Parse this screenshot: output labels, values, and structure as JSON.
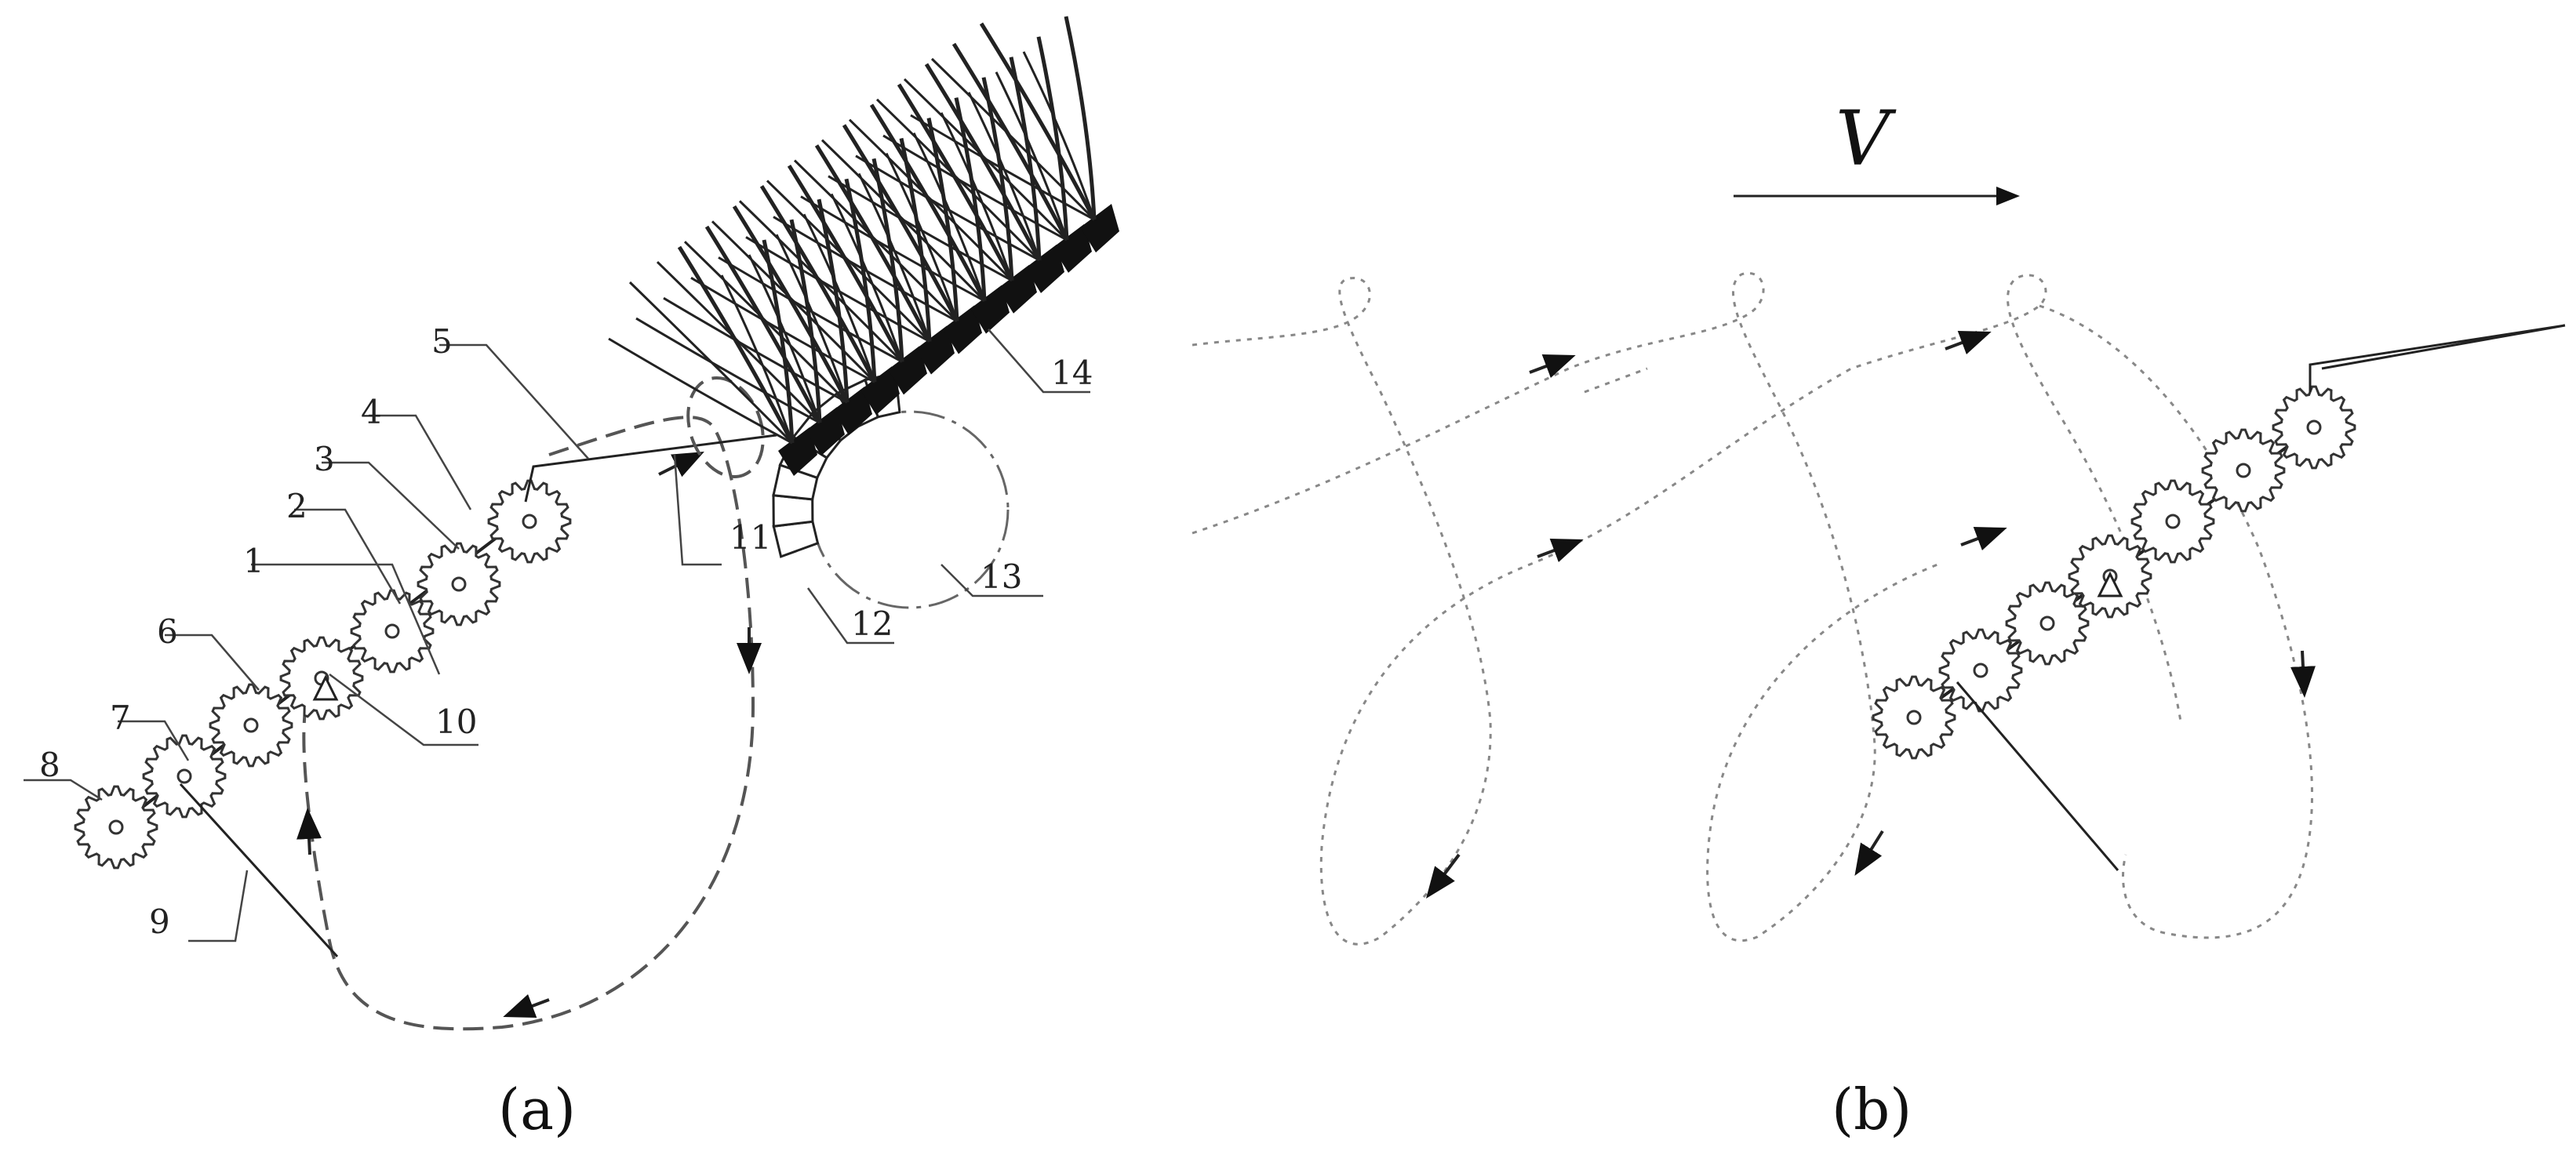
{
  "panel_a": {
    "caption": "(a)",
    "labels": [
      "1",
      "2",
      "3",
      "4",
      "5",
      "6",
      "7",
      "8",
      "9",
      "10",
      "11",
      "12",
      "13",
      "14"
    ]
  },
  "panel_b": {
    "caption": "(b)",
    "velocity_label": "V"
  }
}
